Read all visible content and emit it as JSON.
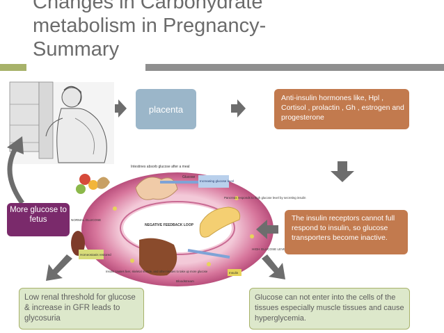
{
  "slide": {
    "title": "Changes in Carbohydrate\nmetabolism in Pregnancy-\nSummary"
  },
  "boxes": {
    "placenta": "placenta",
    "anti_insulin": "Anti-insulin hormones like, Hpl , Cortisol , prolactin , Gh , estrogen and progesterone",
    "more_glucose": "More glucose to fetus",
    "insulin_receptors": "The insulin receptors cannot full respond to insulin, so glucose transporters become inactive.",
    "renal": "Low renal threshold for glucose & increase in GFR leads to glycosuria",
    "glucose_cells": "Glucose can not enter into the cells of the tissues especially muscle tissues and cause hyperglycemia."
  },
  "diagram_labels": {
    "intestines": "Intestines absorb glucose after a meal",
    "glucose": "Glucose",
    "increasing": "Increasing glucose level",
    "pancreas": "Pancreas responds to high glucose level by secreting insulin",
    "feedback": "NEGATIVE FEEDBACK LOOP",
    "normal": "NORMAL GLUCOSE",
    "high": "HIGH GLUCOSE LEVEL",
    "homeostasis": "Homeostasis restored",
    "insulin_causes": "Insulin causes liver, skeletal muscle, and other tissues to take up more glucose",
    "bloodstream": "Bloodstream",
    "insulin": "Insulin"
  },
  "colors": {
    "title": "#6b6b6b",
    "accent_green": "#a7b26a",
    "bar_gray": "#8f8f8f",
    "placenta_box": "#9bb6c9",
    "hormone_box": "#c27a4e",
    "fetus_box": "#7a2a6b",
    "green_box": "#dde8cb",
    "arrow": "#6d6d6d"
  },
  "icons": [
    "pregnant-woman-illustration",
    "glucose-feedback-loop-illustration",
    "arrow-right-icon",
    "arrow-down-icon",
    "curved-arrow-icon"
  ]
}
